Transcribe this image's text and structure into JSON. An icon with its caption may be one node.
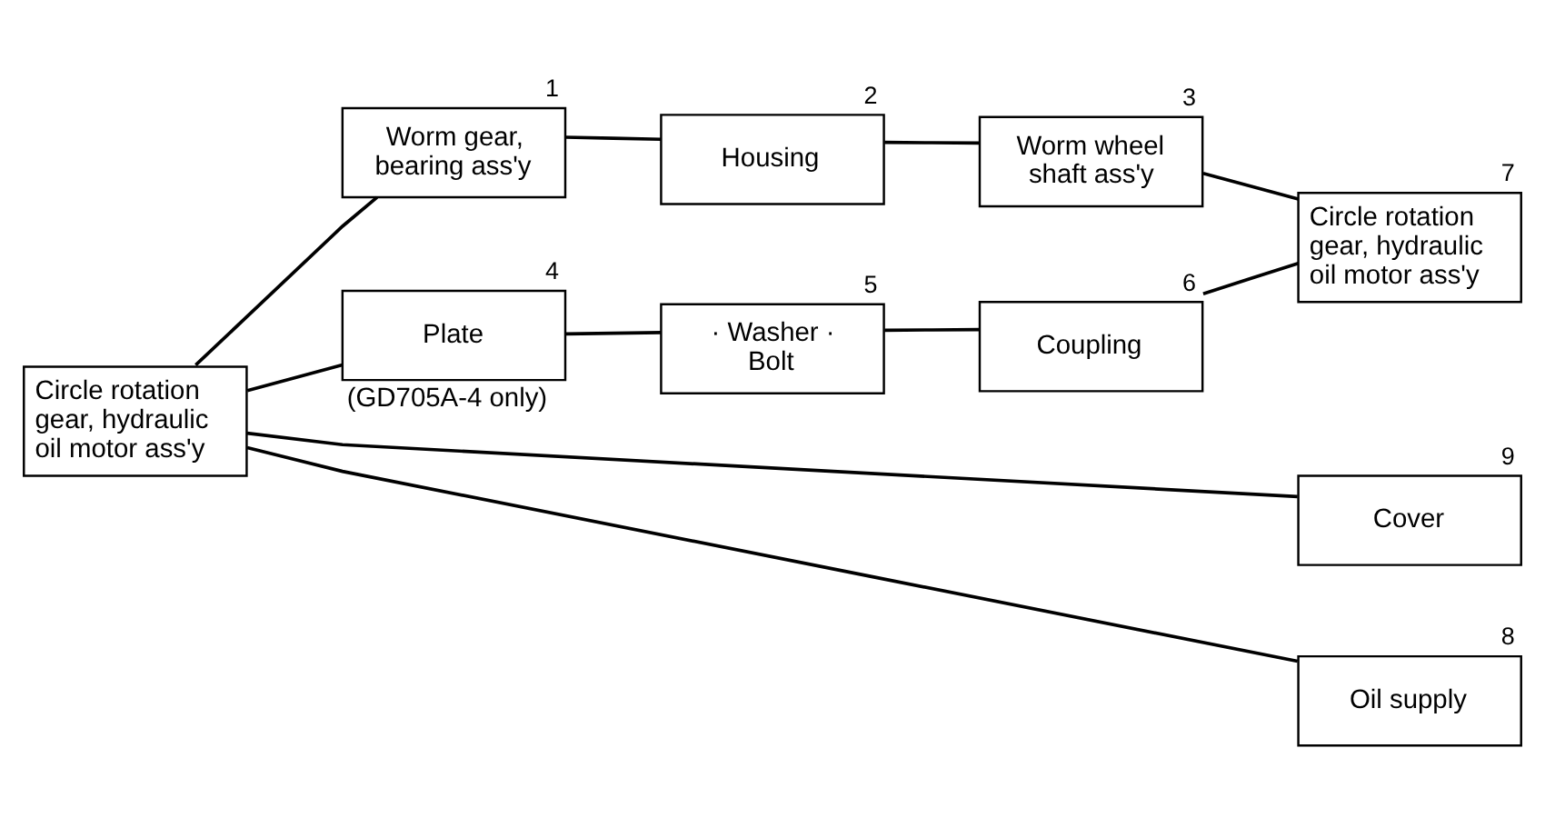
{
  "diagram": {
    "nodes": [
      {
        "text": [
          "Circle rotation gear, hydraulic oil motor ass'y"
        ]
      },
      {
        "text": [
          "Worm gear, bearing ass'y"
        ],
        "beside": [
          "1"
        ]
      },
      {
        "text": [
          "Housing"
        ],
        "beside": [
          "2"
        ]
      },
      {
        "text": [
          "Worm wheel shaft ass'y"
        ],
        "beside": [
          "3"
        ]
      },
      {
        "text": [
          "Plate"
        ],
        "beside": [
          "4",
          "(GD705A-4 only)"
        ]
      },
      {
        "text": [
          "· Washer · Bolt"
        ],
        "beside": [
          "5"
        ]
      },
      {
        "text": [
          "Coupling"
        ],
        "beside": [
          "6"
        ]
      },
      {
        "text": [
          "Circle rotation gear, hydraulic oil motor ass'y"
        ],
        "beside": [
          "7"
        ]
      },
      {
        "text": [
          "Cover"
        ],
        "beside": [
          "9"
        ]
      },
      {
        "text": [
          "Oil supply"
        ],
        "beside": [
          "8"
        ]
      }
    ],
    "edges": [
      {
        "from": 0,
        "to": 8,
        "arrow": "none"
      },
      {
        "from": 0,
        "to": 1,
        "arrow": "none"
      },
      {
        "from": 1,
        "to": 2,
        "arrow": "none"
      },
      {
        "from": 2,
        "to": 3,
        "arrow": "none"
      },
      {
        "from": 3,
        "to": 7,
        "arrow": "none"
      },
      {
        "from": 0,
        "to": 4,
        "arrow": "none"
      },
      {
        "from": 4,
        "to": 5,
        "arrow": "none"
      },
      {
        "from": 5,
        "to": 6,
        "arrow": "none"
      },
      {
        "from": 6,
        "to": 7,
        "arrow": "none"
      },
      {
        "from": 0,
        "to": 9,
        "arrow": "none"
      }
    ]
  }
}
